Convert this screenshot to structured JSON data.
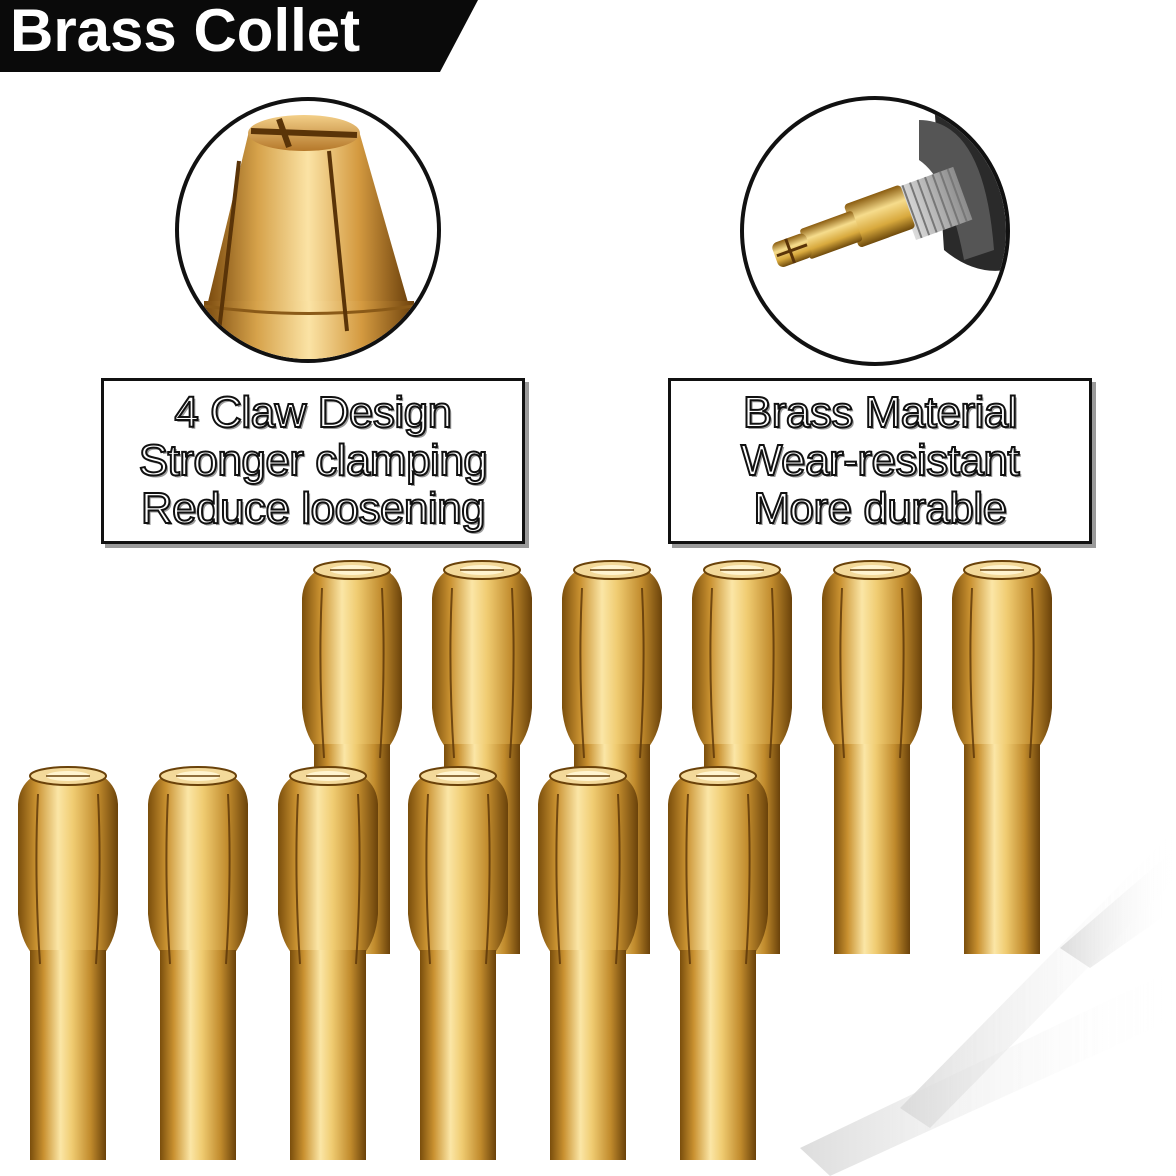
{
  "banner": {
    "title": "Brass Collet"
  },
  "features": [
    {
      "lines": [
        "4 Claw Design",
        "Stronger clamping",
        "Reduce loosening"
      ]
    },
    {
      "lines": [
        "Brass Material",
        "Wear-resistant",
        "More durable"
      ]
    }
  ],
  "colors": {
    "brass_light": "#f6dc8c",
    "brass_mid": "#d8a93d",
    "brass_dark": "#8a5c10",
    "banner_bg": "#0a0a0a",
    "outline": "#111111"
  }
}
